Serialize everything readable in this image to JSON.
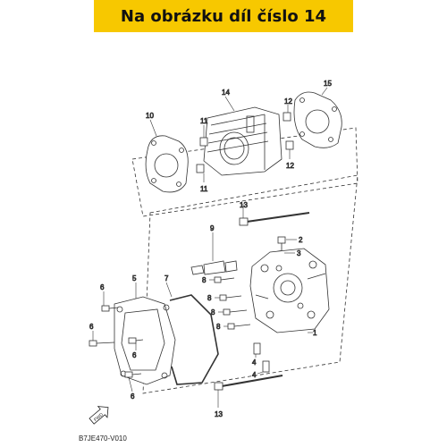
{
  "header": {
    "title": "Na obrázku díl číslo 14"
  },
  "diagram": {
    "code": "B7JE470-V010",
    "fwd_label": "FWD",
    "labels": {
      "p1": "1",
      "p2": "2",
      "p3": "3",
      "p4a": "4",
      "p4b": "4",
      "p5": "5",
      "p6a": "6",
      "p6b": "6",
      "p6c": "6",
      "p6d": "6",
      "p7": "7",
      "p8a": "8",
      "p8b": "8",
      "p8c": "8",
      "p8d": "8",
      "p9": "9",
      "p10": "10",
      "p11a": "11",
      "p11b": "11",
      "p12a": "12",
      "p12b": "12",
      "p13a": "13",
      "p13b": "13",
      "p14": "14",
      "p15": "15"
    }
  }
}
